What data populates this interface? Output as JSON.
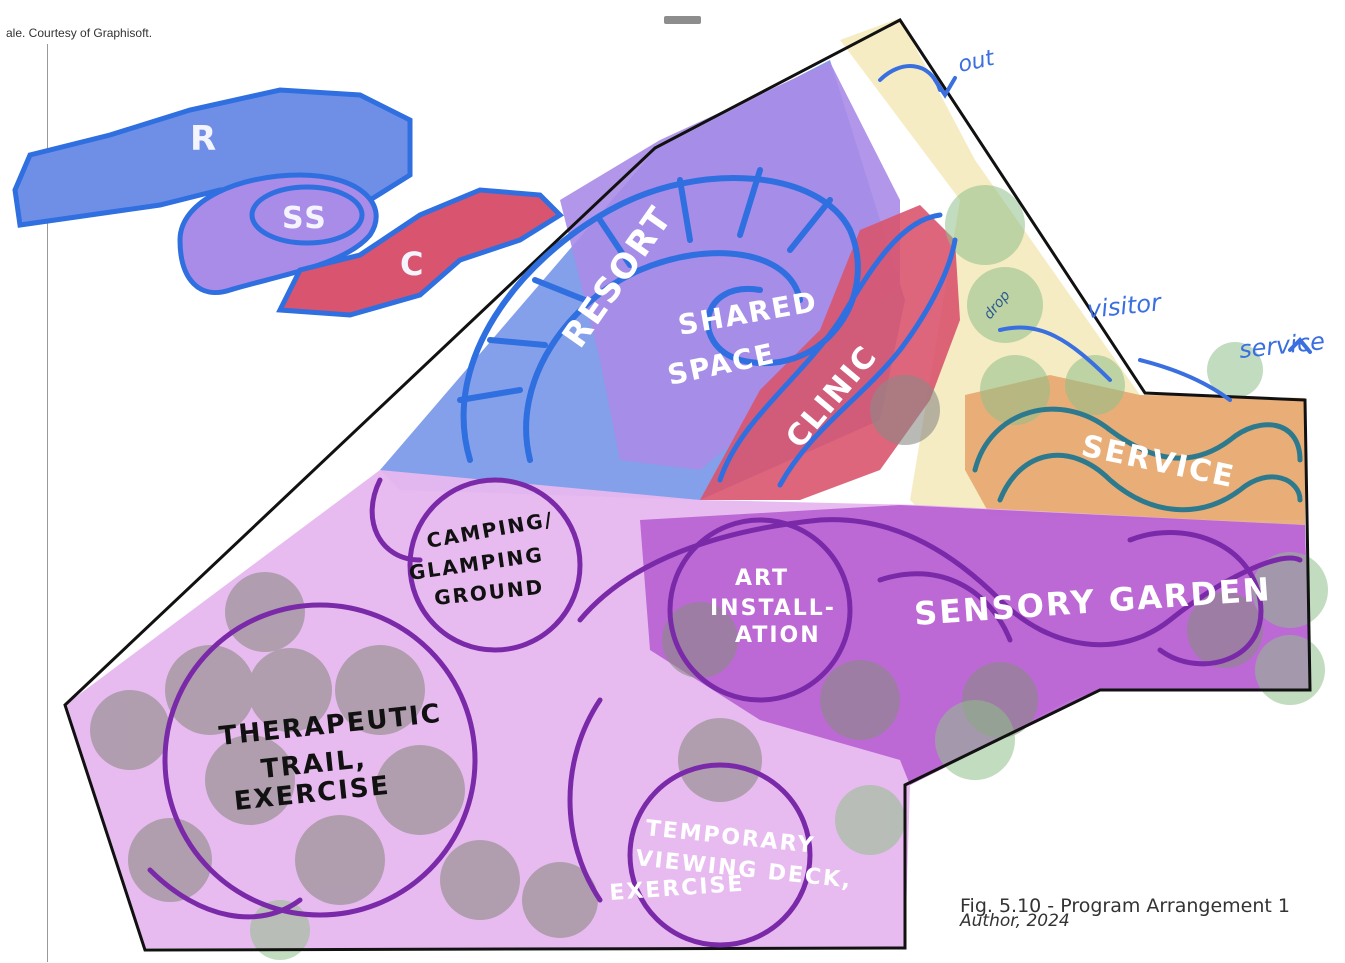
{
  "credit_text": "ale. Courtesy of Graphisoft.",
  "caption": {
    "figure": "Fig. 5.10 - Program Arrangement 1",
    "author": "Author, 2024"
  },
  "legend_sketch": {
    "resort_letter": "R",
    "shared_letters": "SS",
    "clinic_letter": "C"
  },
  "zones": {
    "resort": "RESORT",
    "shared_1": "SHARED",
    "shared_2": "SPACE",
    "clinic": "CLINIC",
    "service": "SERVICE",
    "camping_1": "CAMPING/",
    "camping_2": "GLAMPING",
    "camping_3": "GROUND",
    "art_1": "ART",
    "art_2": "INSTALL-",
    "art_3": "ATION",
    "sensory": "SENSORY GARDEN",
    "therapeutic_1": "THERAPEUTIC",
    "therapeutic_2": "TRAIL,",
    "therapeutic_3": "EXERCISE",
    "temporary_1": "TEMPORARY",
    "temporary_2": "VIEWING DECK,",
    "temporary_3": "EXERCISE"
  },
  "annotations": {
    "out": "out",
    "visitor": "visitor",
    "service": "service",
    "drop": "drop"
  },
  "colors": {
    "resort_blue": "#6f8fe6",
    "shared_purple": "#a98be8",
    "clinic_red": "#d9546e",
    "service_orange": "#e6a36a",
    "landscape_pink": "#e7b7ef",
    "landscape_purple": "#b45ad0",
    "entry_yellow": "#f5e9b8",
    "tree_green": "#8fc08a",
    "tree_grey": "#8b8b85",
    "stroke_blue": "#2f6fe0",
    "stroke_purple": "#7a2aa8"
  }
}
